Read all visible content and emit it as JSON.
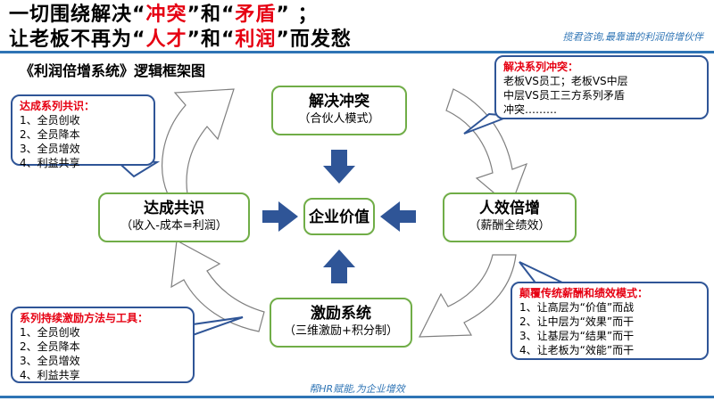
{
  "header": {
    "line1": {
      "a": "一切围绕解决“",
      "b": "冲突",
      "c": "”和“",
      "d": "矛盾",
      "e": "” ；"
    },
    "line2": {
      "a": "让老板不再为“",
      "b": "人才",
      "c": "”和“",
      "d": "利润",
      "e": "”而发愁"
    },
    "tagline": "揽君咨询,最靠谱的利润倍增伙伴",
    "subtitle": "《利润倍增系统》逻辑框架图"
  },
  "nodes": {
    "center": {
      "title": "企业价值"
    },
    "top": {
      "title": "解决冲突",
      "sub": "（合伙人模式）"
    },
    "left": {
      "title": "达成共识",
      "sub": "（收入-成本=利润）"
    },
    "right": {
      "title": "人效倍增",
      "sub": "（薪酬全绩效）"
    },
    "bottom": {
      "title": "激励系统",
      "sub": "（三维激励+积分制）"
    }
  },
  "callouts": {
    "top_left": {
      "title": "达成系列共识：",
      "items": [
        "1、全员创收",
        "2、全员降本",
        "3、全员增效",
        "4、利益共享"
      ]
    },
    "top_right": {
      "title": "解决系列冲突：",
      "items": [
        "老板VS员工；老板VS中层",
        "中层VS员工三方系列矛盾",
        "冲突………"
      ]
    },
    "bottom_left": {
      "title": "系列持续激励方法与工具：",
      "items": [
        "1、全员创收",
        "2、全员降本",
        "3、全员增效",
        "4、利益共享"
      ]
    },
    "bottom_right": {
      "title": "颠覆传统薪酬和绩效模式：",
      "items": [
        "1、让高层为“价值”而战",
        "2、让中层为“效果”而干",
        "3、让基层为“结果”而干",
        "4、让老板为“效能”而干"
      ]
    }
  },
  "footer": {
    "text": "帮HR赋能,为企业增效"
  },
  "colors": {
    "accent_red": "#e60012",
    "node_border": "#70ad47",
    "arrow_blue": "#2f5597",
    "callout_border": "#2f5597",
    "brand_blue": "#2e74b5"
  }
}
